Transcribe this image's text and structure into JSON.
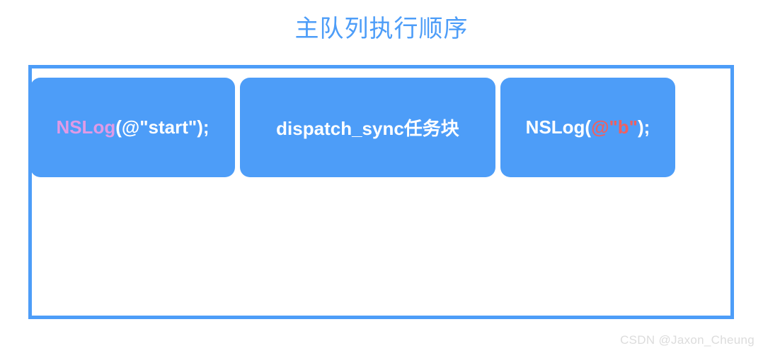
{
  "title": "主队列执行顺序",
  "colors": {
    "accent_blue": "#4d9df8",
    "box_fill": "#4d9df8",
    "frame_border": "#4d9df8",
    "background": "#ffffff",
    "token_function_pink": "#e09ae6",
    "token_string_red": "#f0605f",
    "token_plain_white": "#ffffff",
    "watermark_gray": "#dcdcdc"
  },
  "frame": {
    "label": "main-queue-frame"
  },
  "tasks": [
    {
      "id": "task-nslog-start",
      "full_text": "NSLog(@\"start\");",
      "tokens": [
        {
          "text": "NSLog",
          "color_role": "function-pink"
        },
        {
          "text": "(@\"start\");",
          "color_role": "plain-white"
        }
      ]
    },
    {
      "id": "task-dispatch-sync-block",
      "full_text": "dispatch_sync任务块",
      "tokens": [
        {
          "text": "dispatch_sync任务块",
          "color_role": "plain-white"
        }
      ]
    },
    {
      "id": "task-nslog-b",
      "full_text": "NSLog(@\"b\");",
      "tokens": [
        {
          "text": "NSLog(",
          "color_role": "plain-white"
        },
        {
          "text": "@\"b\"",
          "color_role": "string-red"
        },
        {
          "text": ");",
          "color_role": "plain-white"
        }
      ]
    }
  ],
  "watermark": "CSDN @Jaxon_Cheung"
}
